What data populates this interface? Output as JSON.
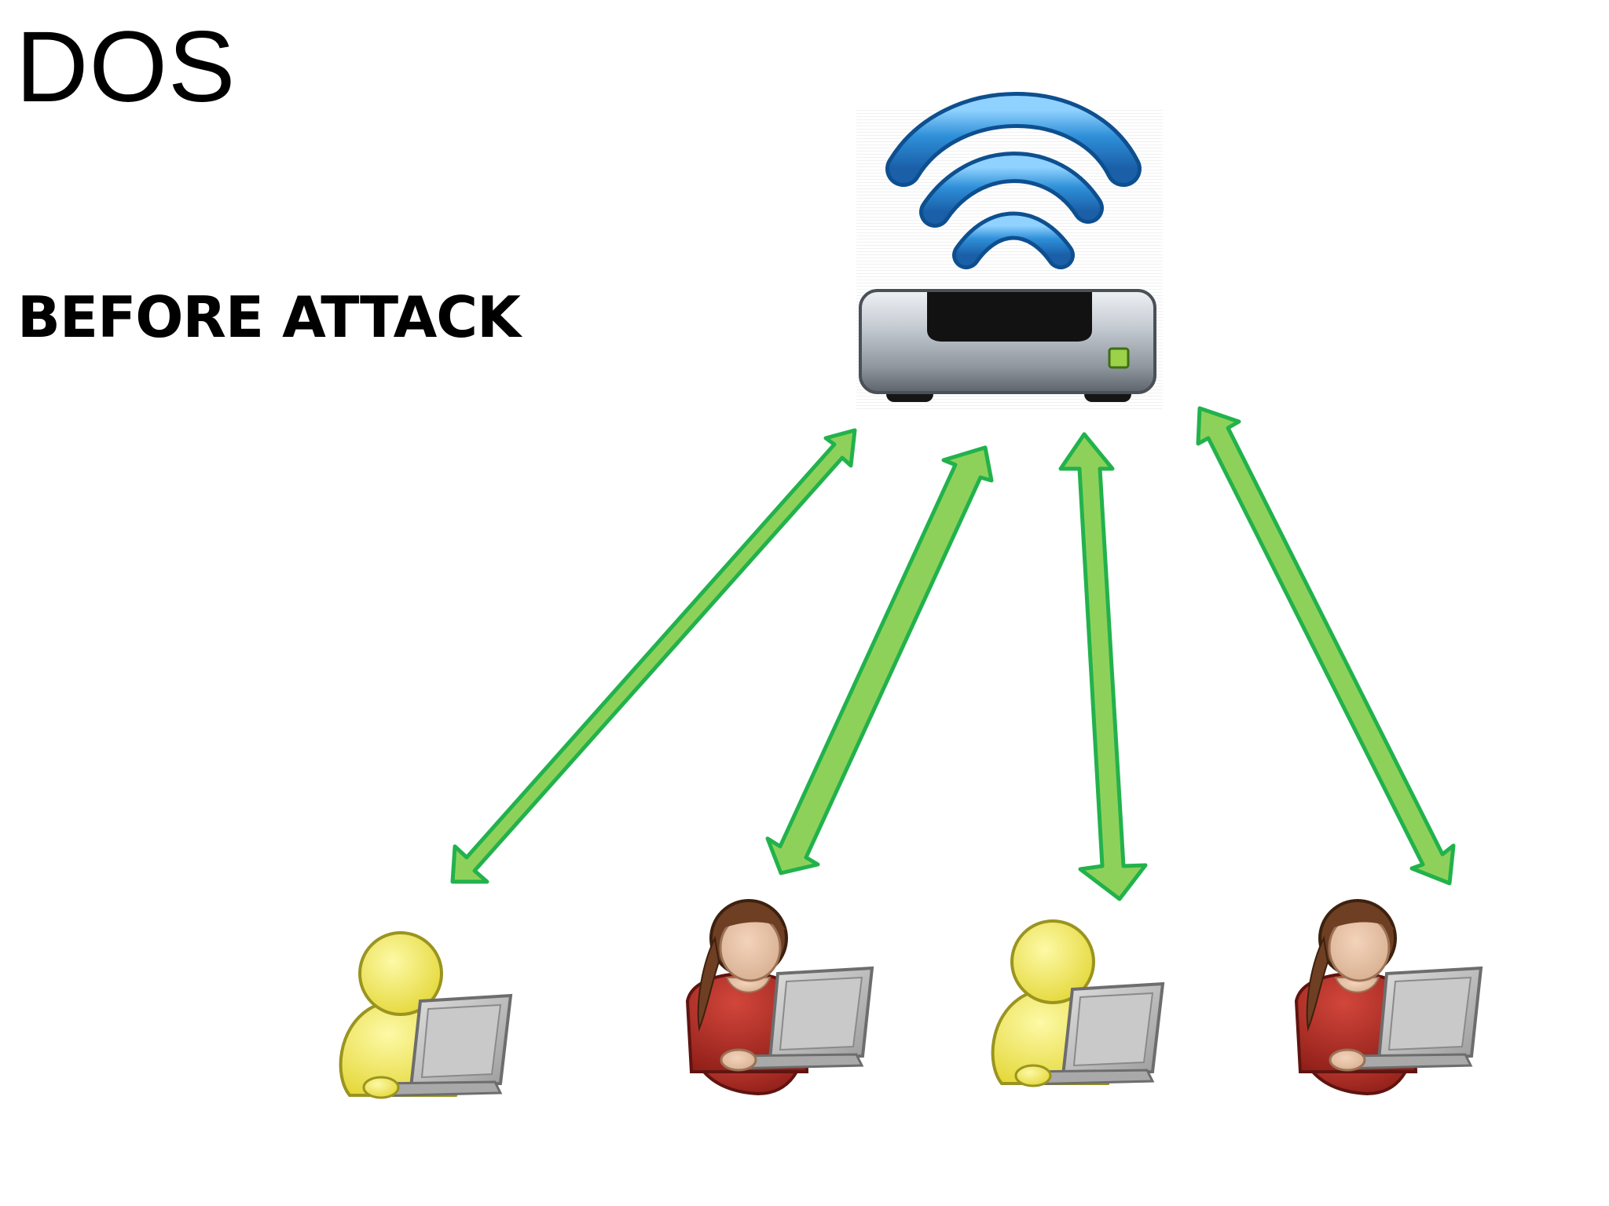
{
  "slide": {
    "title": "DOS",
    "subtitle": "BEFORE ATTACK"
  },
  "diagram": {
    "hub": {
      "name": "wifi-router",
      "icon": "wifi-router-icon"
    },
    "clients": [
      {
        "name": "client-1",
        "icon": "user-with-laptop-icon",
        "variant": "yellow-generic-user"
      },
      {
        "name": "client-2",
        "icon": "user-with-laptop-icon",
        "variant": "brown-hair-user"
      },
      {
        "name": "client-3",
        "icon": "user-with-laptop-icon",
        "variant": "yellow-generic-user"
      },
      {
        "name": "client-4",
        "icon": "user-with-laptop-icon",
        "variant": "brown-hair-user"
      }
    ],
    "connections": [
      {
        "from": "wifi-router",
        "to": "client-1",
        "direction": "bidirectional"
      },
      {
        "from": "wifi-router",
        "to": "client-2",
        "direction": "bidirectional"
      },
      {
        "from": "wifi-router",
        "to": "client-3",
        "direction": "bidirectional"
      },
      {
        "from": "wifi-router",
        "to": "client-4",
        "direction": "bidirectional"
      }
    ],
    "colors": {
      "arrow_fill": "#8ed15a",
      "arrow_stroke": "#22b24c",
      "wifi_waves": "#2e8fd8",
      "yellow_user": "#f6ee5e",
      "shirt_red": "#b42a22",
      "hair_brown": "#6e3f23",
      "laptop_gray": "#b3b3b3"
    }
  }
}
